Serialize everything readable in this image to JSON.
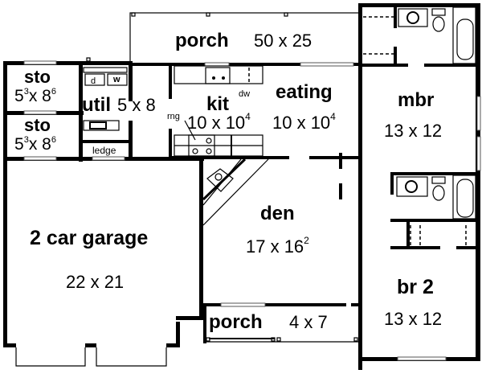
{
  "plan": {
    "colors": {
      "line": "#000000",
      "background": "#ffffff"
    },
    "rooms": {
      "porch_front": {
        "name": "porch",
        "dim": "50 x 25"
      },
      "sto_1": {
        "name": "sto",
        "dim_w": "5",
        "dim_w_sup": "3",
        "dim_sep": "x 8",
        "dim_l_sup": "6"
      },
      "sto_2": {
        "name": "sto",
        "dim_w": "5",
        "dim_w_sup": "3",
        "dim_sep": "x 8",
        "dim_l_sup": "6"
      },
      "util": {
        "name": "util",
        "dim": "5 x 8"
      },
      "kit": {
        "name": "kit",
        "dim": "10 x 10",
        "dim_sup": "4"
      },
      "eating": {
        "name": "eating",
        "dim": "10 x 10",
        "dim_sup": "4"
      },
      "mbr": {
        "name": "mbr",
        "dim": "13 x 12"
      },
      "den": {
        "name": "den",
        "dim": "17 x 16",
        "dim_sup": "2"
      },
      "garage": {
        "name": "2 car garage",
        "dim": "22 x 21"
      },
      "porch_back": {
        "name": "porch",
        "dim": "4 x 7"
      },
      "br2": {
        "name": "br 2",
        "dim": "13 x 12"
      }
    },
    "labels": {
      "dryer": "d",
      "washer": "w",
      "ledge": "ledge",
      "dishwasher": "dw",
      "range": "rng"
    }
  }
}
